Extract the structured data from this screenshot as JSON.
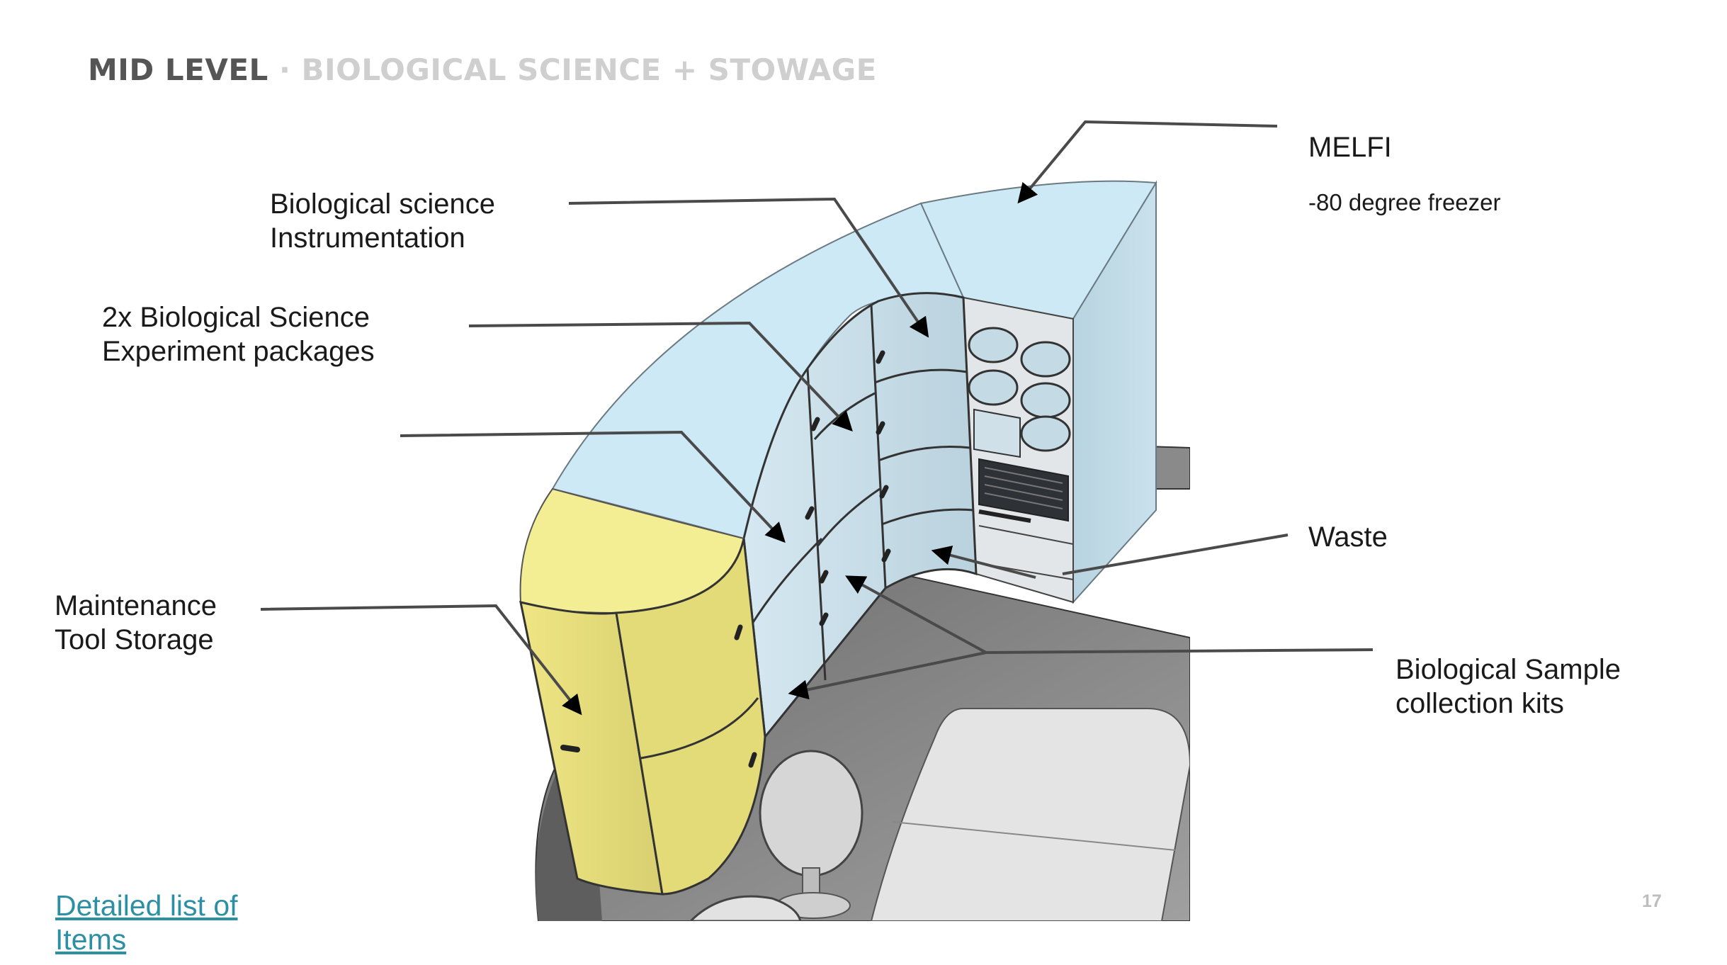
{
  "header": {
    "title_main": "MID LEVEL",
    "title_separator": "·",
    "title_sub": "BIOLOGICAL SCIENCE + STOWAGE"
  },
  "labels": {
    "melfi": "MELFI",
    "melfi_note": "-80 degree freezer",
    "bio_instr_line1": "Biological science",
    "bio_instr_line2": "Instrumentation",
    "bio_exp_line1": "2x Biological Science",
    "bio_exp_line2": "Experiment packages",
    "maint_line1": "Maintenance",
    "maint_line2": "Tool Storage",
    "waste": "Waste",
    "sample_line1": "Biological Sample",
    "sample_line2": "collection kits"
  },
  "footer": {
    "link_line1": "Detailed list of",
    "link_line2": "Items",
    "page_number": "17"
  },
  "colors": {
    "blue_panel": "#cde9f5",
    "yellow_panel": "#f2ec95",
    "floor_gray": "#7f7f7f",
    "leader_line": "#4a4a4a",
    "link": "#2c8fa4"
  }
}
